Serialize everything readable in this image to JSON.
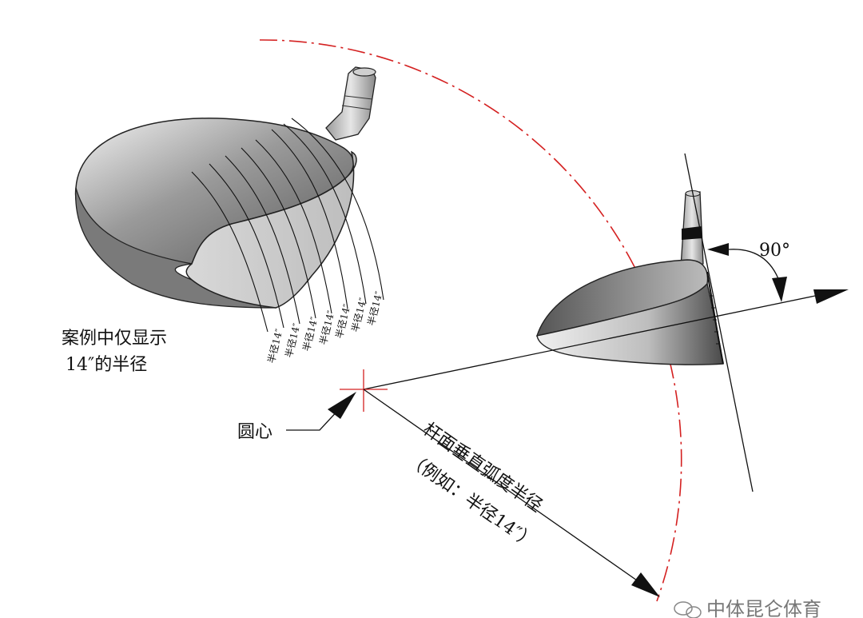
{
  "labels": {
    "note_line1": "案例中仅显示",
    "note_line2": "14″的半径",
    "center": "圆心",
    "angle": "90°",
    "radius_line1": "杆面垂直弧度半径",
    "radius_line2": "（例如：半径14″）",
    "radius_tag": "半径14″"
  },
  "watermark": "中体昆仑体育",
  "colors": {
    "arc": "#d42020",
    "line": "#111111",
    "crosshair": "#d42020"
  },
  "icons": {
    "watermark_logo": "wechat-icon"
  }
}
